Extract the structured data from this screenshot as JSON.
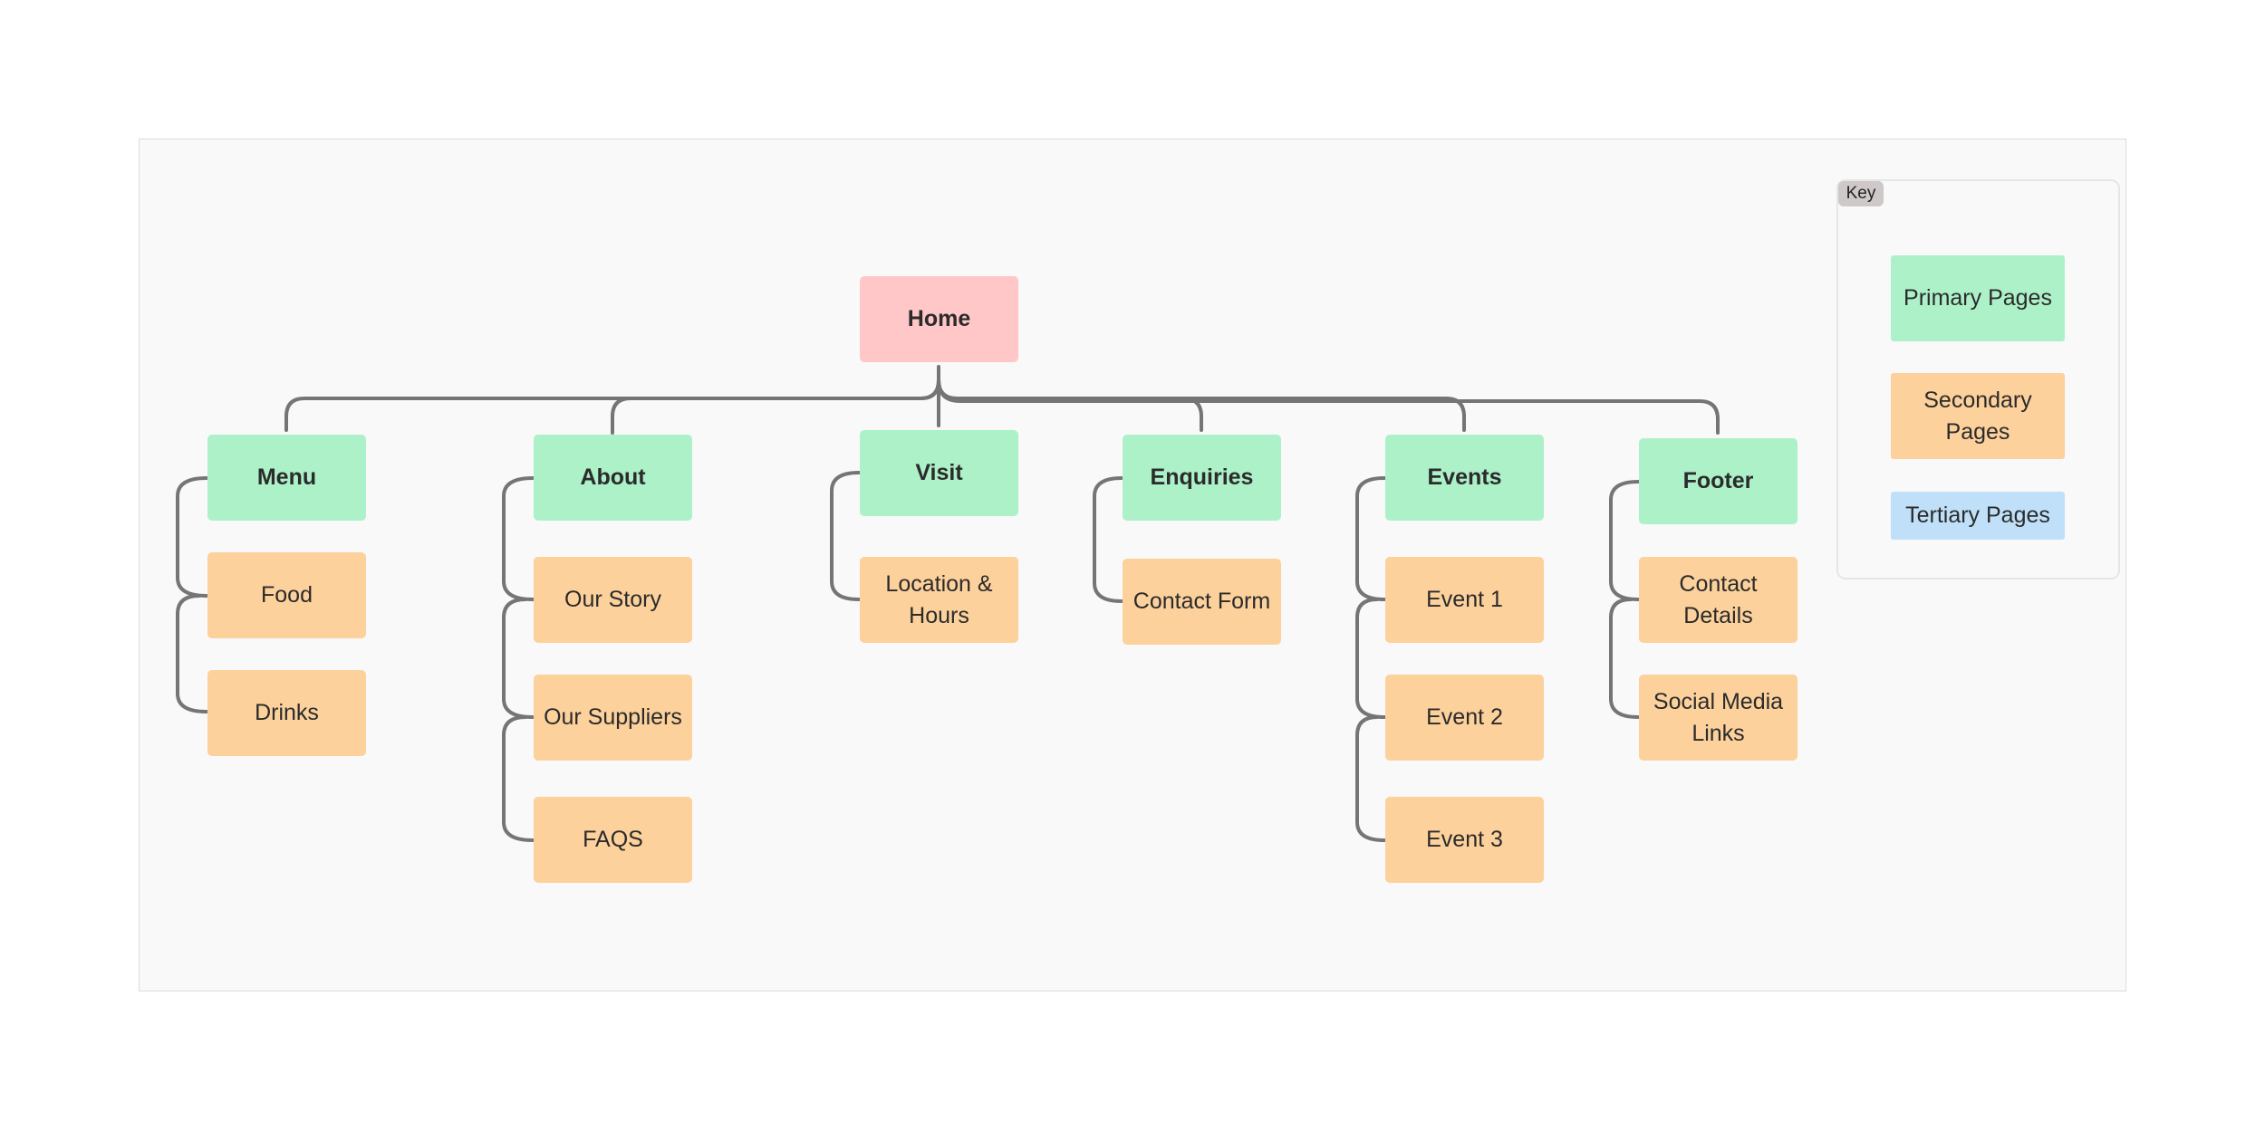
{
  "home": {
    "label": "Home"
  },
  "primary": [
    {
      "id": "menu",
      "label": "Menu",
      "children": [
        "Food",
        "Drinks"
      ]
    },
    {
      "id": "about",
      "label": "About",
      "children": [
        "Our Story",
        "Our Suppliers",
        "FAQS"
      ]
    },
    {
      "id": "visit",
      "label": "Visit",
      "children": [
        "Location & Hours"
      ]
    },
    {
      "id": "enquiries",
      "label": "Enquiries",
      "children": [
        "Contact Form"
      ]
    },
    {
      "id": "events",
      "label": "Events",
      "children": [
        "Event 1",
        "Event 2",
        "Event 3"
      ]
    },
    {
      "id": "footer",
      "label": "Footer",
      "children": [
        "Contact Details",
        "Social Media Links"
      ]
    }
  ],
  "key": {
    "label": "Key",
    "items": [
      {
        "label": "Primary Pages",
        "color": "#adf1c8"
      },
      {
        "label": "Secondary Pages",
        "color": "#fcd19c"
      },
      {
        "label": "Tertiary Pages",
        "color": "#bfe0f8"
      }
    ]
  },
  "colors": {
    "home": "#ffc7c7",
    "primary": "#adf1c8",
    "secondary": "#fcd19c",
    "tertiary": "#bfe0f8",
    "connector": "#757575",
    "canvas": "#f9f9f9"
  }
}
